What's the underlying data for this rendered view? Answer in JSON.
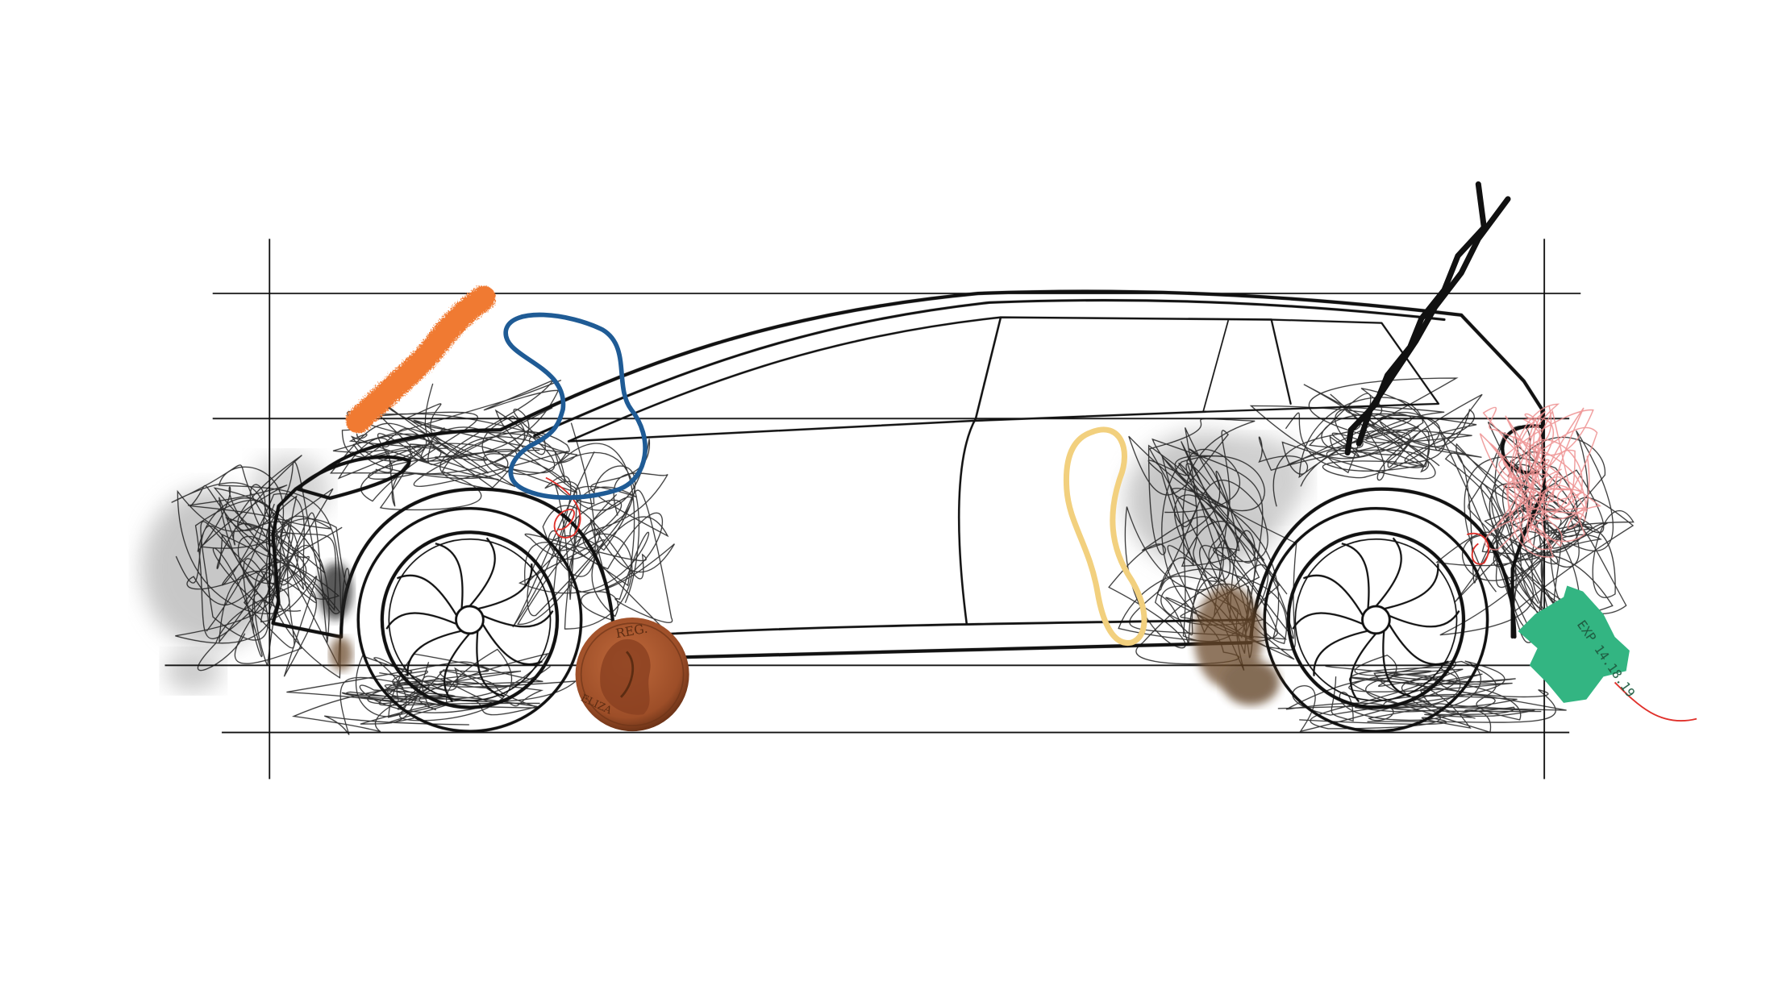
{
  "artwork": {
    "coin_inscription_top": "REG.",
    "coin_inscription_side": "ELIZA",
    "ticket_text": "EXP 14.18.19"
  },
  "colors": {
    "ink": "#111111",
    "orange_stroke": "#f07a32",
    "blue_band": "#1f5b95",
    "yellow_band": "#f2d07e",
    "coin": "#a6542c",
    "coin_dark": "#7a3a1a",
    "ticket": "#33b582",
    "red_scribble": "#e0302a",
    "pink_scribble": "#ee8f8f",
    "brown_smudge": "#6a4a2a",
    "grey_smudge": "#8a8a8a"
  },
  "icons": [
    "bobby-pin-icon",
    "coin-icon",
    "ticket-icon",
    "rubber-band-icon"
  ]
}
